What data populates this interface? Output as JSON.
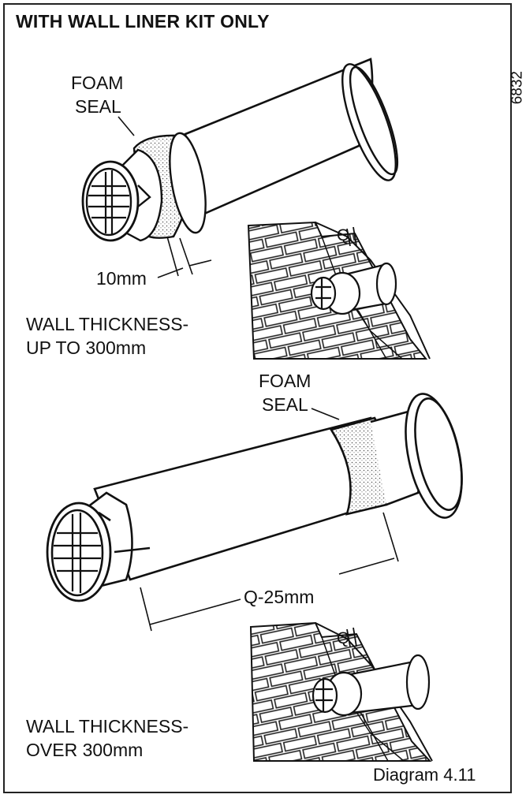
{
  "title": "WITH WALL LINER KIT ONLY",
  "ref_number": "6832",
  "top": {
    "foam_seal_line1": "FOAM",
    "foam_seal_line2": "SEAL",
    "dimension": "10mm",
    "wall_line1": "WALL THICKNESS-",
    "wall_line2": "UP TO 300mm",
    "q_label": "Q"
  },
  "bottom": {
    "foam_seal_line1": "FOAM",
    "foam_seal_line2": "SEAL",
    "dimension": "Q-25mm",
    "wall_line1": "WALL THICKNESS-",
    "wall_line2": "OVER 300mm",
    "q_label": "Q"
  },
  "caption": "Diagram 4.11"
}
